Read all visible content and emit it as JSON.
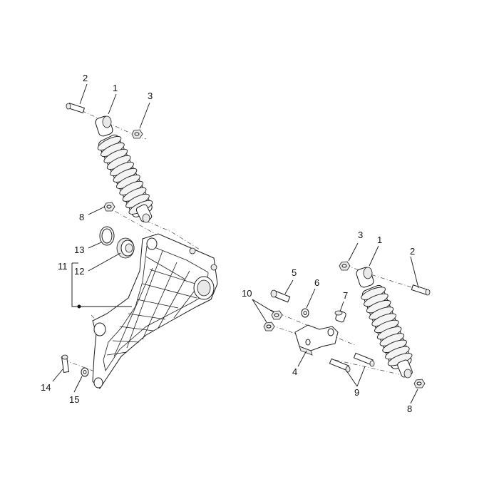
{
  "callouts": {
    "l_1": "1",
    "l_2": "2",
    "l_3": "3",
    "l_8": "8",
    "l_13": "13",
    "l_11": "11",
    "l_12": "12",
    "l_14": "14",
    "l_15": "15",
    "r_3": "3",
    "r_1": "1",
    "r_2": "2",
    "r_5": "5",
    "r_6": "6",
    "r_7": "7",
    "r_10": "10",
    "r_4": "4",
    "r_9": "9",
    "r_8": "8"
  }
}
